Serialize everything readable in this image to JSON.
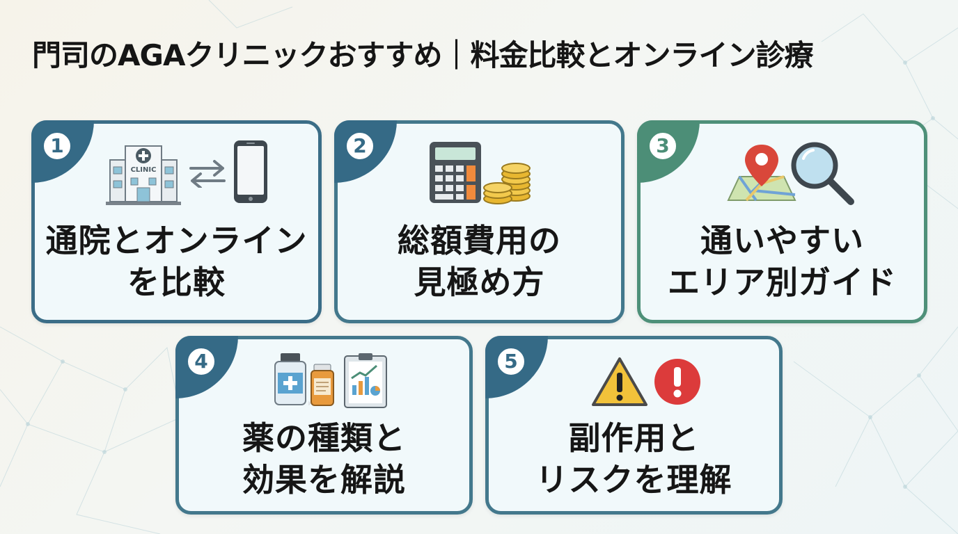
{
  "title": "門司のAGAクリニックおすすめ｜料金比較とオンライン診療",
  "colors": {
    "badge_dark": "#356a86",
    "badge_green": "#4c8e77",
    "card_fill": "#f1f9fb",
    "text": "#161616"
  },
  "cards": [
    {
      "number": "1",
      "line1": "通院とオンライン",
      "line2": "を比較",
      "icons": [
        "clinic-building-icon",
        "exchange-arrows-icon",
        "smartphone-icon"
      ],
      "clinic_text": "CLINIC"
    },
    {
      "number": "2",
      "line1": "総額費用の",
      "line2": "見極め方",
      "icons": [
        "calculator-icon",
        "coin-stack-icon"
      ]
    },
    {
      "number": "3",
      "line1": "通いやすい",
      "line2": "エリア別ガイド",
      "icons": [
        "map-pin-icon",
        "magnifier-icon"
      ]
    },
    {
      "number": "4",
      "line1": "薬の種類と",
      "line2": "効果を解説",
      "icons": [
        "medicine-bottle-icon",
        "pill-bottle-icon",
        "report-clipboard-icon"
      ]
    },
    {
      "number": "5",
      "line1": "副作用と",
      "line2": "リスクを理解",
      "icons": [
        "warning-triangle-icon",
        "alert-circle-icon"
      ]
    }
  ]
}
